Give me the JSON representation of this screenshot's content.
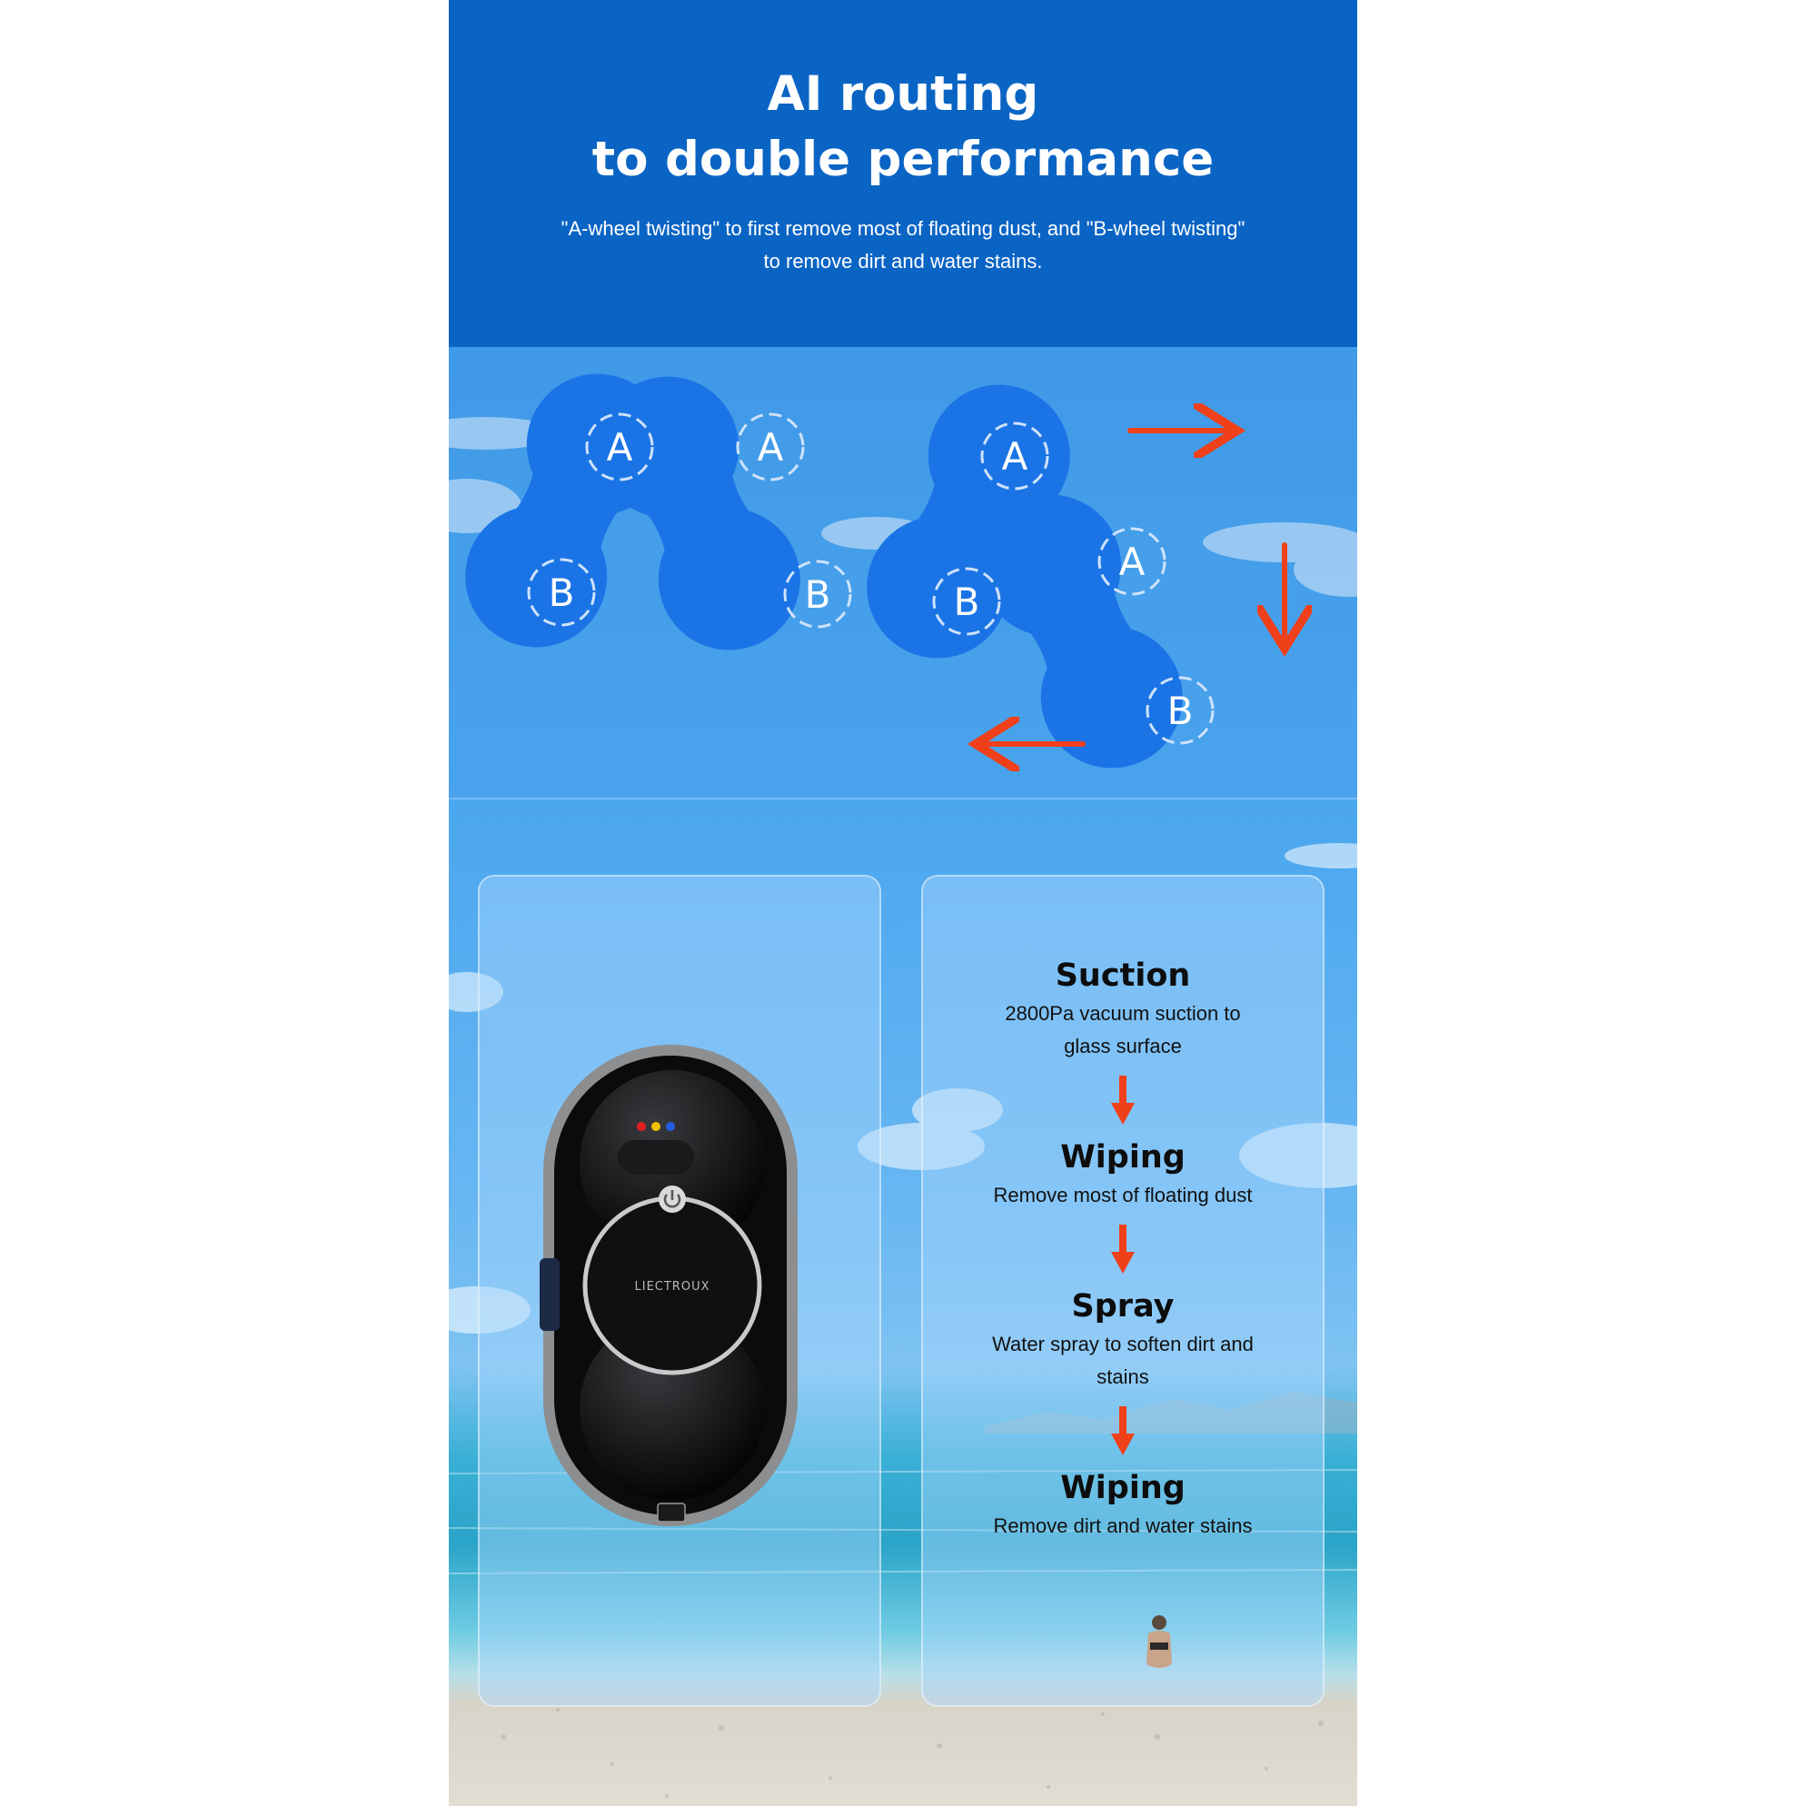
{
  "header": {
    "title_line1": "AI routing",
    "title_line2": "to double performance",
    "subtitle": "\"A-wheel twisting\" to first remove most of floating dust, and  \"B-wheel twisting\" to remove dirt and water stains."
  },
  "route": {
    "wheel_a_label": "A",
    "wheel_b_label": "B",
    "arrow_color": "#f0401a",
    "pad_color": "#1a74e6"
  },
  "robot": {
    "brand": "LIECTROUX",
    "indicator_colors": [
      "#e02020",
      "#f2c200",
      "#1f5fe0"
    ]
  },
  "steps": [
    {
      "title": "Suction",
      "desc": "2800Pa vacuum suction to glass surface"
    },
    {
      "title": "Wiping",
      "desc": "Remove most of floating dust"
    },
    {
      "title": "Spray",
      "desc": "Water spray to soften dirt and stains"
    },
    {
      "title": "Wiping",
      "desc": "Remove dirt and water stains"
    }
  ],
  "colors": {
    "header_blue": "#0a64c4",
    "accent_red": "#f0401a"
  }
}
